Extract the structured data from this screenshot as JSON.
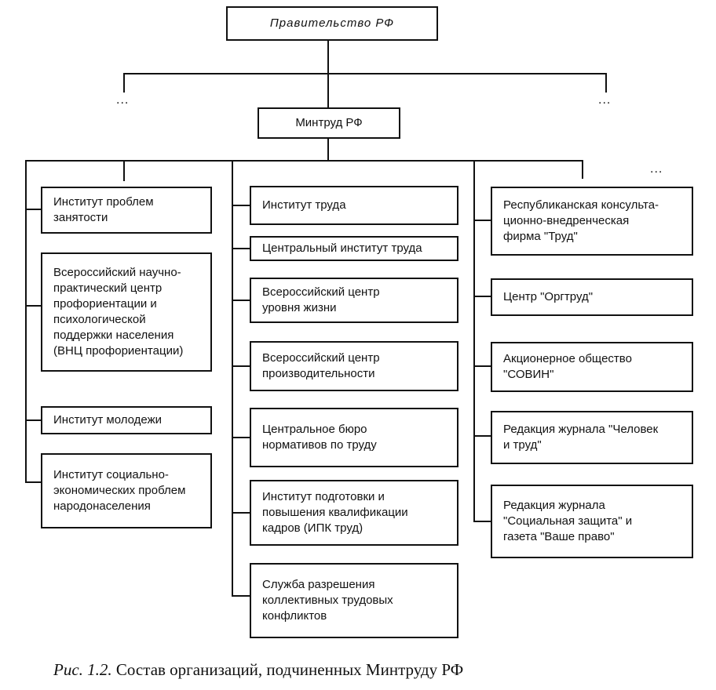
{
  "top": {
    "label": "Правительство РФ"
  },
  "ministry": {
    "label": "Минтруд РФ"
  },
  "dots": {
    "left": "...",
    "right": "...",
    "column_right": "..."
  },
  "columns": {
    "left": [
      "Институт проблем\nзанятости",
      "Всероссийский научно-\nпрактический центр\nпрофориентации и\nпсихологической\nподдержки населения\n(ВНЦ профориентации)",
      "Институт молодежи",
      "Институт социально-\nэкономических проблем\nнародонаселения"
    ],
    "middle": [
      "Институт труда",
      "Центральный институт труда",
      "Всероссийский центр\nуровня жизни",
      "Всероссийский центр\nпроизводительности",
      "Центральное бюро\nнормативов по труду",
      "Институт подготовки и\nповышения квалификации\nкадров (ИПК труд)",
      "Служба разрешения\nколлективных трудовых\nконфликтов"
    ],
    "right": [
      "Республиканская консульта-\nционно-внедренческая\nфирма \"Труд\"",
      "Центр \"Оргтруд\"",
      "Акционерное общество\n\"СОВИН\"",
      "Редакция журнала \"Человек\nи труд\"",
      "Редакция журнала\n\"Социальная защита\" и\nгазета \"Ваше право\""
    ]
  },
  "caption": {
    "figure": "Рис. 1.2.",
    "text": " Состав организаций, подчиненных Минтруду РФ"
  }
}
